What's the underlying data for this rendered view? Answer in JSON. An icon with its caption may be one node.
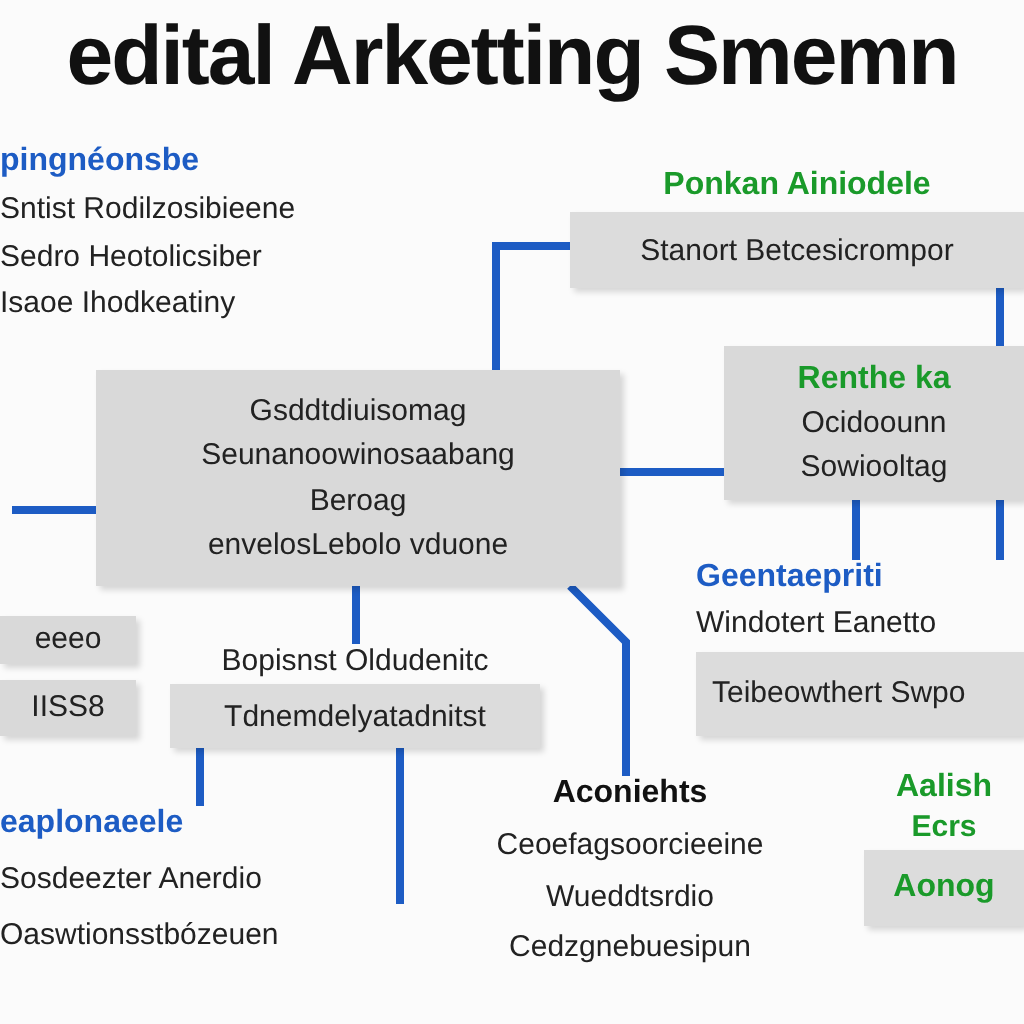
{
  "diagram": {
    "title": "edital Arketting Smemn",
    "nodes": [
      {
        "text": [
          "pingnéonsbe",
          "Sntist Rodilzosibieene",
          "Sedro Heotolicsiber",
          "Isaoe Ihodkeatiny"
        ]
      },
      {
        "text": [
          "Ponkan Ainiodele",
          "Stanort Betcesicrompor"
        ]
      },
      {
        "text": [
          "Gsddtdiuisomag",
          "Seunanoowinosaabang",
          "Beroag",
          "envelosLebolo vduone"
        ]
      },
      {
        "text": [
          "Renthe ka",
          "Ocidoounn",
          "Sowiooltag"
        ]
      },
      {
        "text": [
          "Geentaepriti",
          "Windotert Eanetto",
          "Teibeowthert Swpo"
        ]
      },
      {
        "text": [
          "eeeo"
        ]
      },
      {
        "text": [
          "IISS8"
        ]
      },
      {
        "text": [
          "Bopisnst Oldudenitc",
          "Tdnemdelyatadnitst"
        ]
      },
      {
        "text": [
          "eaplonaeele",
          "Sosdeezter Anerdio",
          "Oaswtionsstbózeuen"
        ]
      },
      {
        "text": [
          "Aconiehts",
          "Ceoefagsoorcieeine",
          "Wueddtsrdio",
          "Cedzgnebuesipun"
        ]
      },
      {
        "text": [
          "Aalish",
          "Ecrs",
          "Aonog"
        ]
      }
    ],
    "edges": [
      {
        "from": 2,
        "to": 1,
        "arrow": "none"
      },
      {
        "from": 2,
        "to": 3,
        "arrow": "none"
      },
      {
        "from": 1,
        "to": 3,
        "arrow": "none"
      },
      {
        "from": 3,
        "to": 4,
        "arrow": "none"
      },
      {
        "from": 3,
        "to": 4,
        "arrow": "none"
      },
      {
        "from": null,
        "to": 2,
        "arrow": "none"
      },
      {
        "from": 2,
        "to": 7,
        "arrow": "none"
      },
      {
        "from": 2,
        "to": 9,
        "arrow": "none"
      },
      {
        "from": 7,
        "to": 8,
        "arrow": "none"
      },
      {
        "from": 7,
        "to": null,
        "arrow": "none"
      }
    ]
  }
}
